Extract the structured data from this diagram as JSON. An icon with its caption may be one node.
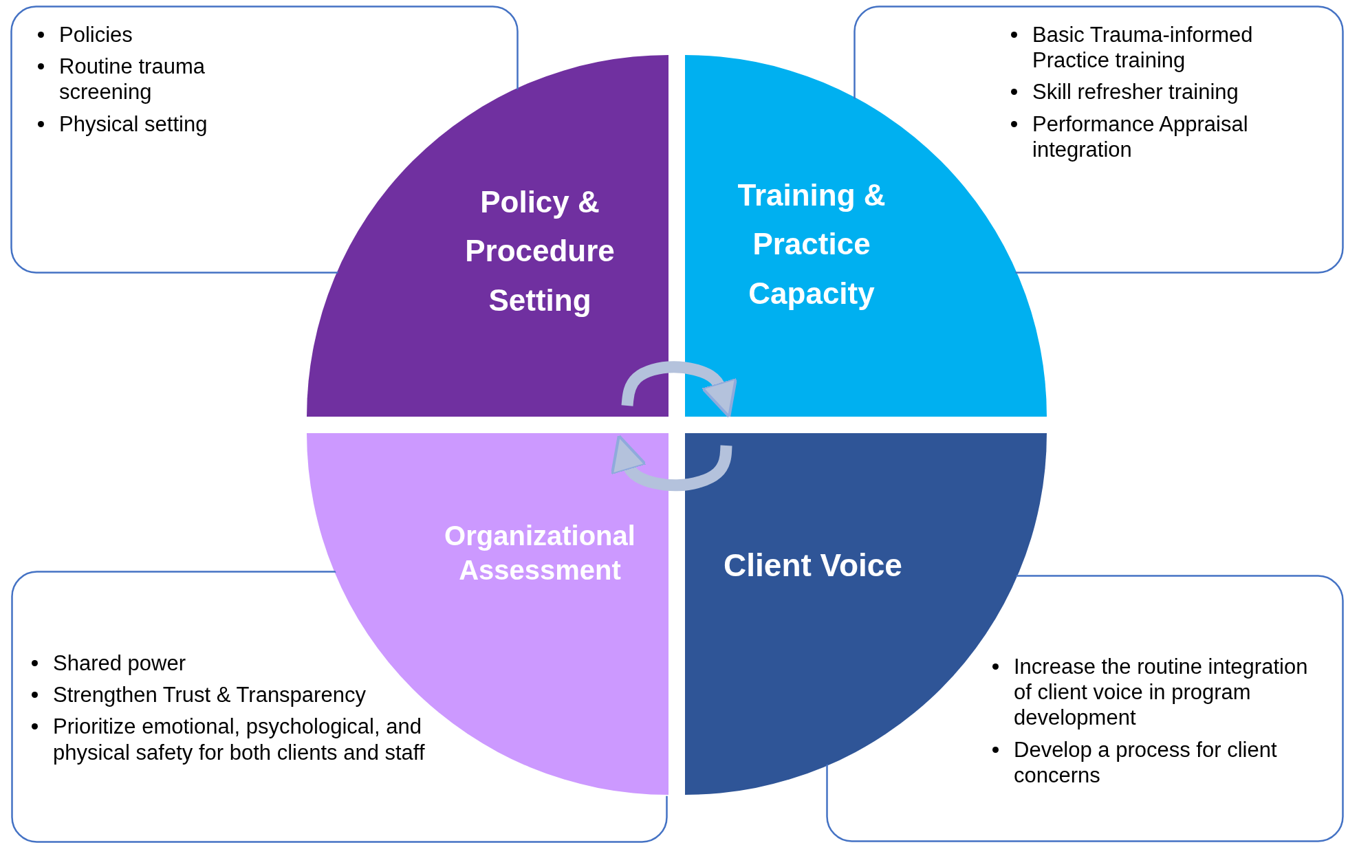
{
  "diagram": {
    "nodes": [
      {
        "text": [
          "Policies",
          "Routine trauma screening",
          "Physical setting"
        ]
      },
      {
        "text": [
          "Basic Trauma-informed Practice training",
          "Skill refresher training",
          "Performance Appraisal integration"
        ]
      },
      {
        "text": [
          "Policy & Procedure Setting"
        ]
      },
      {
        "text": [
          "Training & Practice Capacity"
        ]
      },
      {
        "text": [
          "Organizational Assessment"
        ]
      },
      {
        "text": [
          "Client Voice"
        ]
      },
      {
        "text": [
          "Shared power",
          "Strengthen Trust & Transparency",
          "Prioritize emotional, psychological, and physical safety for both clients and staff"
        ]
      },
      {
        "text": [
          "Increase the routine integration of client voice in program development",
          "Develop a process  for client concerns"
        ]
      }
    ],
    "edges": [
      {
        "from": 2,
        "to": 3,
        "arrow": "to"
      },
      {
        "from": 5,
        "to": 4,
        "arrow": "to"
      }
    ]
  }
}
